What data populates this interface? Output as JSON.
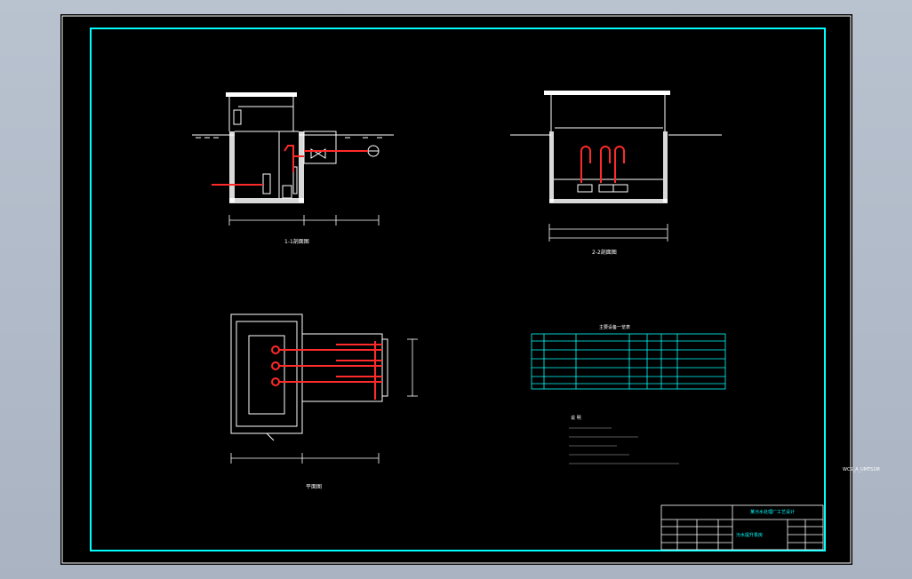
{
  "drawing": {
    "section_1_caption": "1-1剖面图",
    "section_2_caption": "2-2剖面图",
    "plan_caption": "平面图",
    "table_title": "主要设备一览表",
    "notes_title": "说 明",
    "project_name": "某污水处理厂工艺设计",
    "drawing_name": "污水提升泵房",
    "stray_label": "WCS_A_UMTS1M"
  },
  "colors": {
    "frame": "#00ffff",
    "wall": "#ffffff",
    "pipe": "#ff2a2a",
    "ground": "#ffffff",
    "sheet": "#000000",
    "background": "#b0b9c7"
  }
}
